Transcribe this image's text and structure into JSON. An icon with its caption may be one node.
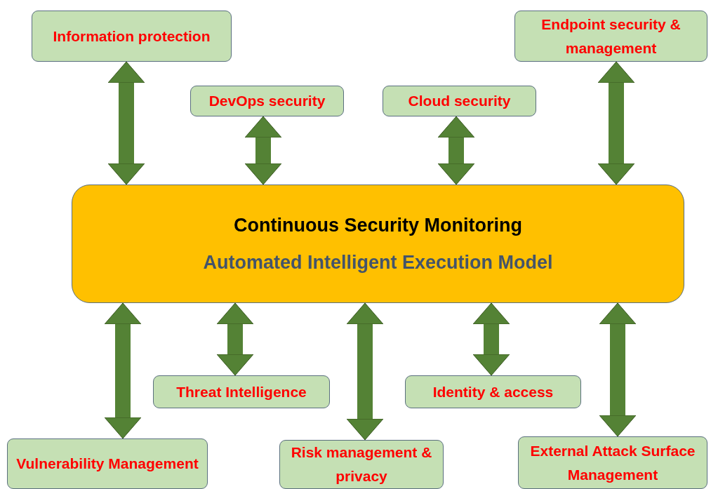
{
  "diagram": {
    "nodes": [
      {
        "text": [
          "Information protection"
        ]
      },
      {
        "text": [
          "Endpoint security & management"
        ]
      },
      {
        "text": [
          "DevOps security"
        ]
      },
      {
        "text": [
          "Cloud security"
        ]
      },
      {
        "text": [
          "Continuous Security Monitoring",
          "Automated Intelligent Execution Model"
        ]
      },
      {
        "text": [
          "Threat Intelligence"
        ]
      },
      {
        "text": [
          "Identity & access"
        ]
      },
      {
        "text": [
          "Vulnerability Management"
        ]
      },
      {
        "text": [
          "Risk management & privacy"
        ]
      },
      {
        "text": [
          "External Attack Surface Management"
        ]
      }
    ],
    "edges": [
      {
        "from": 0,
        "to": 4,
        "arrow": "both"
      },
      {
        "from": 2,
        "to": 4,
        "arrow": "both"
      },
      {
        "from": 3,
        "to": 4,
        "arrow": "both"
      },
      {
        "from": 1,
        "to": 4,
        "arrow": "both"
      },
      {
        "from": 4,
        "to": 7,
        "arrow": "both"
      },
      {
        "from": 4,
        "to": 5,
        "arrow": "both"
      },
      {
        "from": 4,
        "to": 8,
        "arrow": "both"
      },
      {
        "from": 4,
        "to": 6,
        "arrow": "both"
      },
      {
        "from": 4,
        "to": 9,
        "arrow": "both"
      }
    ]
  }
}
